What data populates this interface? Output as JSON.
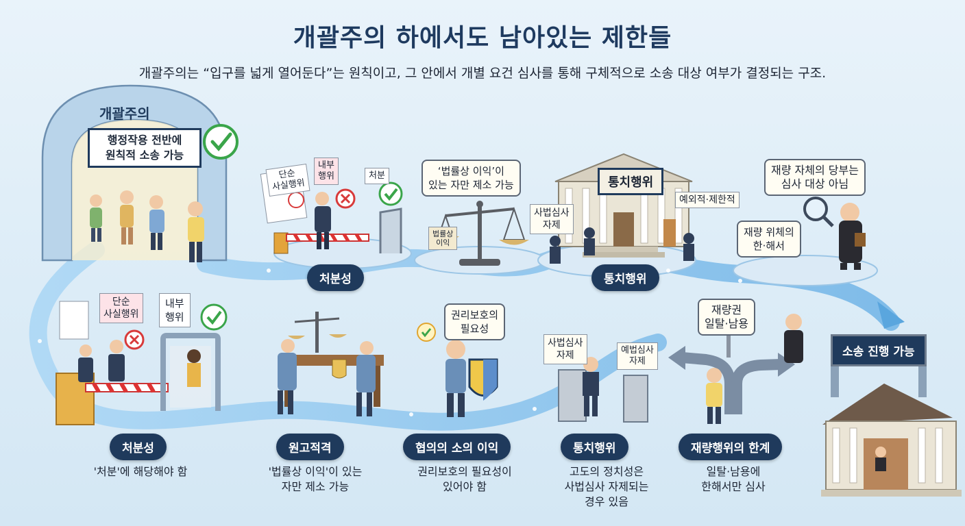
{
  "header": {
    "title": "개괄주의 하에서도 남아있는 제한들",
    "subtitle": "개괄주의는 “입구를 넓게 열어둔다”는 원칙이고,  그 안에서 개별 요건 심사를 통해 구체적으로 소송 대상 여부가 결정되는 구조."
  },
  "gate": {
    "label": "개괄주의",
    "sign_line1": "행정작용 전반에",
    "sign_line2": "원칙적 소송 가능"
  },
  "top_scenes": {
    "s1": {
      "label": "처분성",
      "note_a_1": "단순",
      "note_a_2": "사실행위",
      "note_b_1": "내부",
      "note_b_2": "행위",
      "note_c": "처분"
    },
    "s2": {
      "bubble_1": "‘법률상 이익’이",
      "bubble_2": "있는 자만 제소 가능",
      "scale_tag_1": "법률상",
      "scale_tag_2": "이익"
    },
    "s3": {
      "label": "통치행위",
      "building_sign": "통치행위",
      "sign_a_1": "사법심사",
      "sign_a_2": "자제",
      "sign_b": "예외적·제한적"
    },
    "s4": {
      "bubble_1": "재량 자체의 당부는",
      "bubble_2": "심사 대상 아님",
      "sign_1": "재량 위체의",
      "sign_2": "한·해서"
    }
  },
  "bottom_steps": [
    {
      "label": "처분성",
      "desc": [
        "'처분'에 해당해야 함"
      ]
    },
    {
      "label": "원고적격",
      "desc": [
        "'법률상 이익'이 있는",
        "자만 제소 가능"
      ]
    },
    {
      "label": "협의의 소의 이익",
      "desc": [
        "권리보호의 필요성이",
        "있어야 함"
      ]
    },
    {
      "label": "통치행위",
      "desc": [
        "고도의 정치성은",
        "사법심사 자제되는",
        "경우 있음"
      ]
    },
    {
      "label": "재량행위의 한계",
      "desc": [
        "일탈·남용에",
        "한해서만 심사"
      ]
    }
  ],
  "bottom_scenes": {
    "b1": {
      "note_1": "단순",
      "note_2": "사실행위",
      "note_b_1": "내부",
      "note_b_2": "행위"
    },
    "b3": {
      "bubble_1": "권리보호의",
      "bubble_2": "필요성"
    },
    "b4": {
      "sign_a_1": "사법심사",
      "sign_a_2": "자제",
      "sign_b_1": "예법심사",
      "sign_b_2": "자제"
    },
    "b5": {
      "sign_1": "재량권",
      "sign_2": "일탈·남용"
    }
  },
  "final": {
    "label": "소송 진행 가능"
  },
  "colors": {
    "primary": "#1f3a5c",
    "path": "#8cc4ec",
    "accent_green": "#3aa54a",
    "accent_red": "#d83a3a"
  }
}
